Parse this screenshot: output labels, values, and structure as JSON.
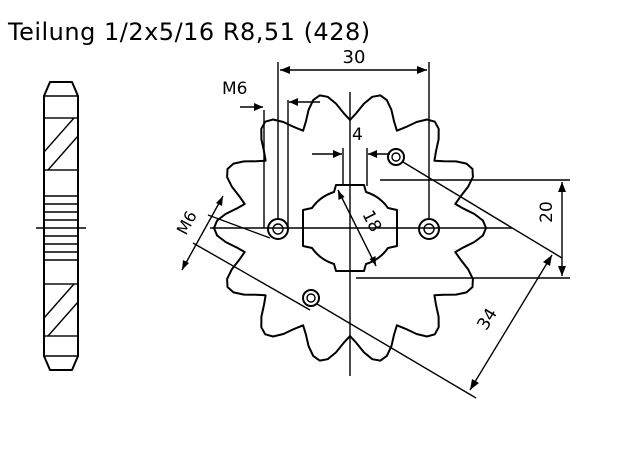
{
  "title": "Teilung 1/2x5/16 R8,51 (428)",
  "dimensions": {
    "span": "30",
    "bolt_thread_top": "M6",
    "bolt_thread_left": "M6",
    "spline_width": "4",
    "bore": "18",
    "height": "20",
    "diagonal": "34"
  },
  "sprocket": {
    "teeth": 14
  }
}
